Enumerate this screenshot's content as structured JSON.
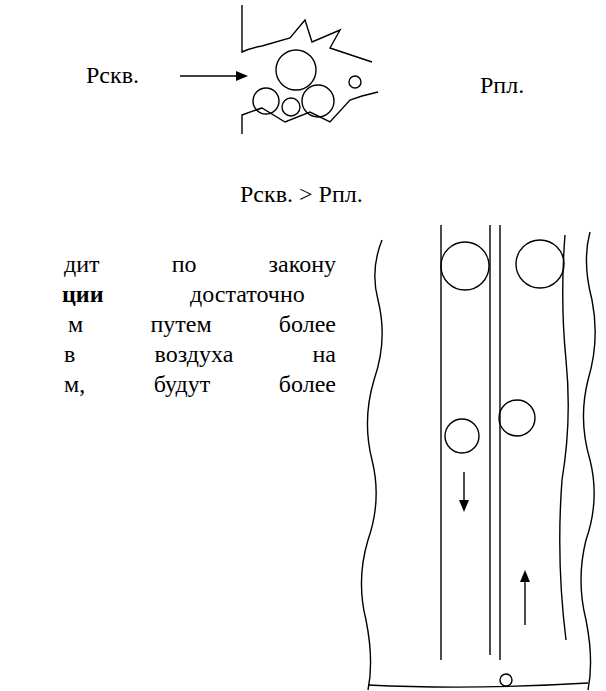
{
  "diagram": {
    "labels": [
      "Рскв.",
      "Рпл.",
      "Рскв. > Рпл.",
      "дит по закону",
      "ции",
      "достаточно",
      "м путем более",
      "в воздуха на",
      "м, будут более"
    ]
  }
}
